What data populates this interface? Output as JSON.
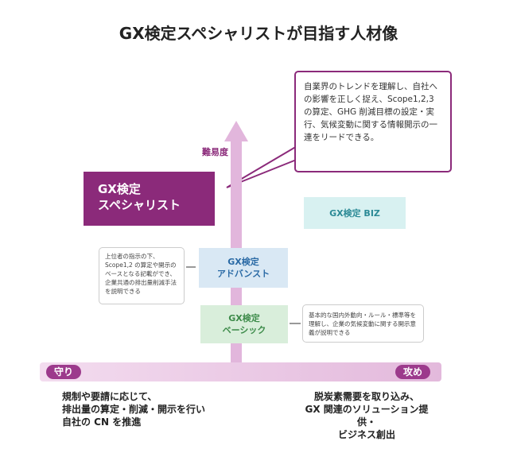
{
  "title": "GX検定スペシャリストが目指す人材像",
  "axis": {
    "vertical": "難易度",
    "left": "守り",
    "right": "攻め"
  },
  "levels": {
    "specialist": [
      "GX検定",
      "スペシャリスト"
    ],
    "biz": "GX検定 BIZ",
    "advanced": [
      "GX検定",
      "アドバンスト"
    ],
    "basic": [
      "GX検定",
      "ベーシック"
    ]
  },
  "descriptions": {
    "specialist": "自業界のトレンドを理解し、自社への影響を正しく捉え、Scope1,2,3 の算定、GHG 削減目標の設定・実行、気候変動に関する情報開示の一連をリードできる。",
    "advanced": "上位者の指示の下、Scope1,2 の算定や開示のベースとなる記載ができ、企業共通の排出量削減手法を説明できる",
    "basic": "基本的な国内外動向・ルール・標準等を理解し、企業の気候変動に関する開示意義が説明できる"
  },
  "bottom": {
    "left": [
      "規制や要請に応じて、",
      "排出量の算定・削減・開示を行い",
      "自社の CN を推進"
    ],
    "right": [
      "脱炭素需要を取り込み、",
      "GX 関連のソリューション提供・",
      "ビジネス創出"
    ]
  },
  "colors": {
    "purple": "#8b2a7a",
    "pink": "#e2b6dc"
  }
}
